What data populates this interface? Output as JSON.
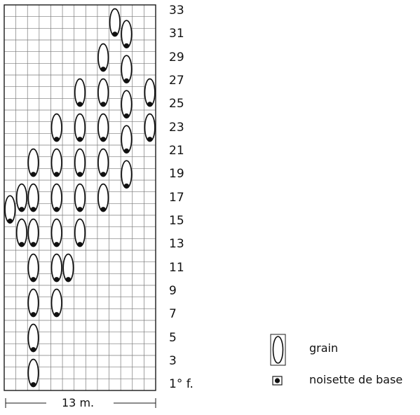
{
  "chart": {
    "columns": 13,
    "rows": 33,
    "row_labels": [
      "33",
      "31",
      "29",
      "27",
      "25",
      "23",
      "21",
      "19",
      "17",
      "15",
      "13",
      "11",
      "9",
      "7",
      "5",
      "3",
      "1° f."
    ],
    "width_label": "13 m.",
    "colors": {
      "grid": "#7a7a7a",
      "border": "#1a1a1a",
      "symbol": "#111111",
      "background": "#ffffff"
    },
    "grains": [
      {
        "col": 1,
        "row": 15
      },
      {
        "col": 2,
        "row": 13
      },
      {
        "col": 2,
        "row": 16
      },
      {
        "col": 3,
        "row": 1
      },
      {
        "col": 3,
        "row": 4
      },
      {
        "col": 3,
        "row": 7
      },
      {
        "col": 3,
        "row": 10
      },
      {
        "col": 3,
        "row": 13
      },
      {
        "col": 3,
        "row": 16
      },
      {
        "col": 3,
        "row": 19
      },
      {
        "col": 5,
        "row": 7
      },
      {
        "col": 5,
        "row": 10
      },
      {
        "col": 5,
        "row": 13
      },
      {
        "col": 5,
        "row": 16
      },
      {
        "col": 5,
        "row": 19
      },
      {
        "col": 5,
        "row": 22
      },
      {
        "col": 6,
        "row": 10
      },
      {
        "col": 7,
        "row": 13
      },
      {
        "col": 7,
        "row": 16
      },
      {
        "col": 7,
        "row": 19
      },
      {
        "col": 7,
        "row": 22
      },
      {
        "col": 7,
        "row": 25
      },
      {
        "col": 9,
        "row": 16
      },
      {
        "col": 9,
        "row": 19
      },
      {
        "col": 9,
        "row": 22
      },
      {
        "col": 9,
        "row": 25
      },
      {
        "col": 9,
        "row": 28
      },
      {
        "col": 10,
        "row": 31
      },
      {
        "col": 11,
        "row": 18
      },
      {
        "col": 11,
        "row": 21
      },
      {
        "col": 11,
        "row": 24
      },
      {
        "col": 11,
        "row": 27
      },
      {
        "col": 11,
        "row": 30
      },
      {
        "col": 13,
        "row": 22
      },
      {
        "col": 13,
        "row": 25
      }
    ]
  },
  "legend": {
    "grain_label": "grain",
    "base_label": "noisette de base"
  }
}
